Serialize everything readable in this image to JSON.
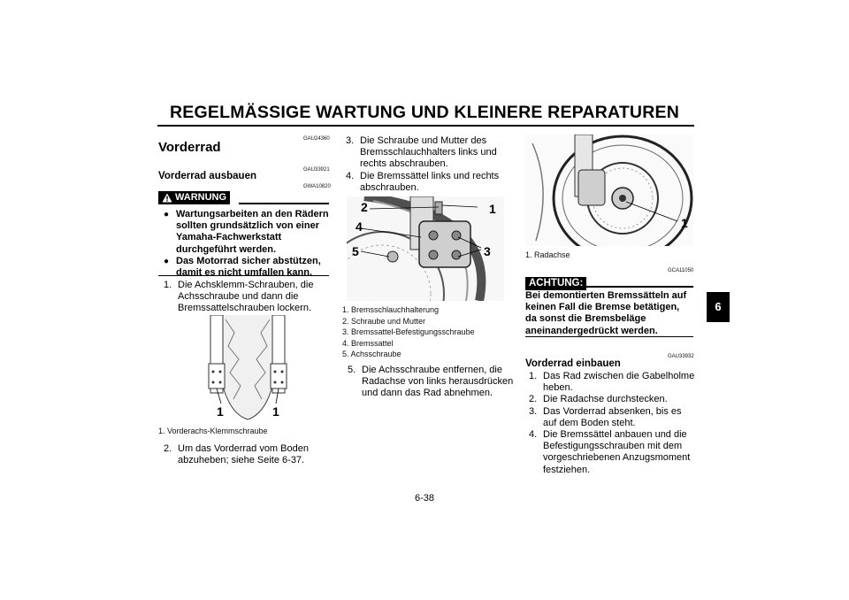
{
  "header": {
    "title": "REGELMÄSSIGE WARTUNG UND KLEINERE REPARATUREN"
  },
  "tab": {
    "label": "6"
  },
  "page": {
    "number": "6-38"
  },
  "col1": {
    "code1": "GAU24360",
    "heading": "Vorderrad",
    "code2": "GAU33921",
    "subheading": "Vorderrad ausbauen",
    "code3": "GWA10820",
    "warning_label": "WARNUNG",
    "warnings": [
      "Wartungsarbeiten an den Rädern sollten grundsätzlich von einer Yamaha-Fachwerkstatt durchgeführt werden.",
      "Das Motorrad sicher abstützen, damit es nicht umfallen kann."
    ],
    "steps": [
      {
        "num": "1.",
        "text": "Die Achsklemm-Schrauben, die Achsschraube und dann die Bremssattelschrauben lockern."
      }
    ],
    "figure_callouts": [
      "1",
      "1"
    ],
    "caption": "1. Vorderachs-Klemmschraube",
    "steps2": [
      {
        "num": "2.",
        "text": "Um das Vorderrad vom Boden abzuheben; siehe Seite 6-37."
      }
    ]
  },
  "col2": {
    "steps": [
      {
        "num": "3.",
        "text": "Die Schraube und Mutter des Bremsschlauchhalters links und rechts abschrauben."
      },
      {
        "num": "4.",
        "text": "Die Bremssättel links und rechts abschrauben."
      }
    ],
    "figure_callouts": [
      "1",
      "2",
      "3",
      "4",
      "5"
    ],
    "captions": [
      "1. Bremsschlauchhalterung",
      "2. Schraube und Mutter",
      "3. Bremssattel-Befestigungsschraube",
      "4. Bremssattel",
      "5. Achsschraube"
    ],
    "steps2": [
      {
        "num": "5.",
        "text": "Die Achsschraube entfernen, die Radachse von links herausdrücken und dann das Rad abnehmen."
      }
    ]
  },
  "col3": {
    "figure_callouts": [
      "1"
    ],
    "caption": "1. Radachse",
    "code1": "GCA11050",
    "notice_label": "ACHTUNG:",
    "notice_text": "Bei demontierten Bremssätteln auf keinen Fall die Bremse betätigen, da sonst die Bremsbeläge aneinandergedrückt werden.",
    "code2": "GAU33932",
    "subheading": "Vorderrad einbauen",
    "steps": [
      {
        "num": "1.",
        "text": "Das Rad zwischen die Gabelholme heben."
      },
      {
        "num": "2.",
        "text": "Die Radachse durchstecken."
      },
      {
        "num": "3.",
        "text": "Das Vorderrad absenken, bis es auf dem Boden steht."
      },
      {
        "num": "4.",
        "text": "Die Bremssättel anbauen und die Befestigungsschrauben mit dem vorgeschriebenen Anzugsmoment festziehen."
      }
    ]
  }
}
